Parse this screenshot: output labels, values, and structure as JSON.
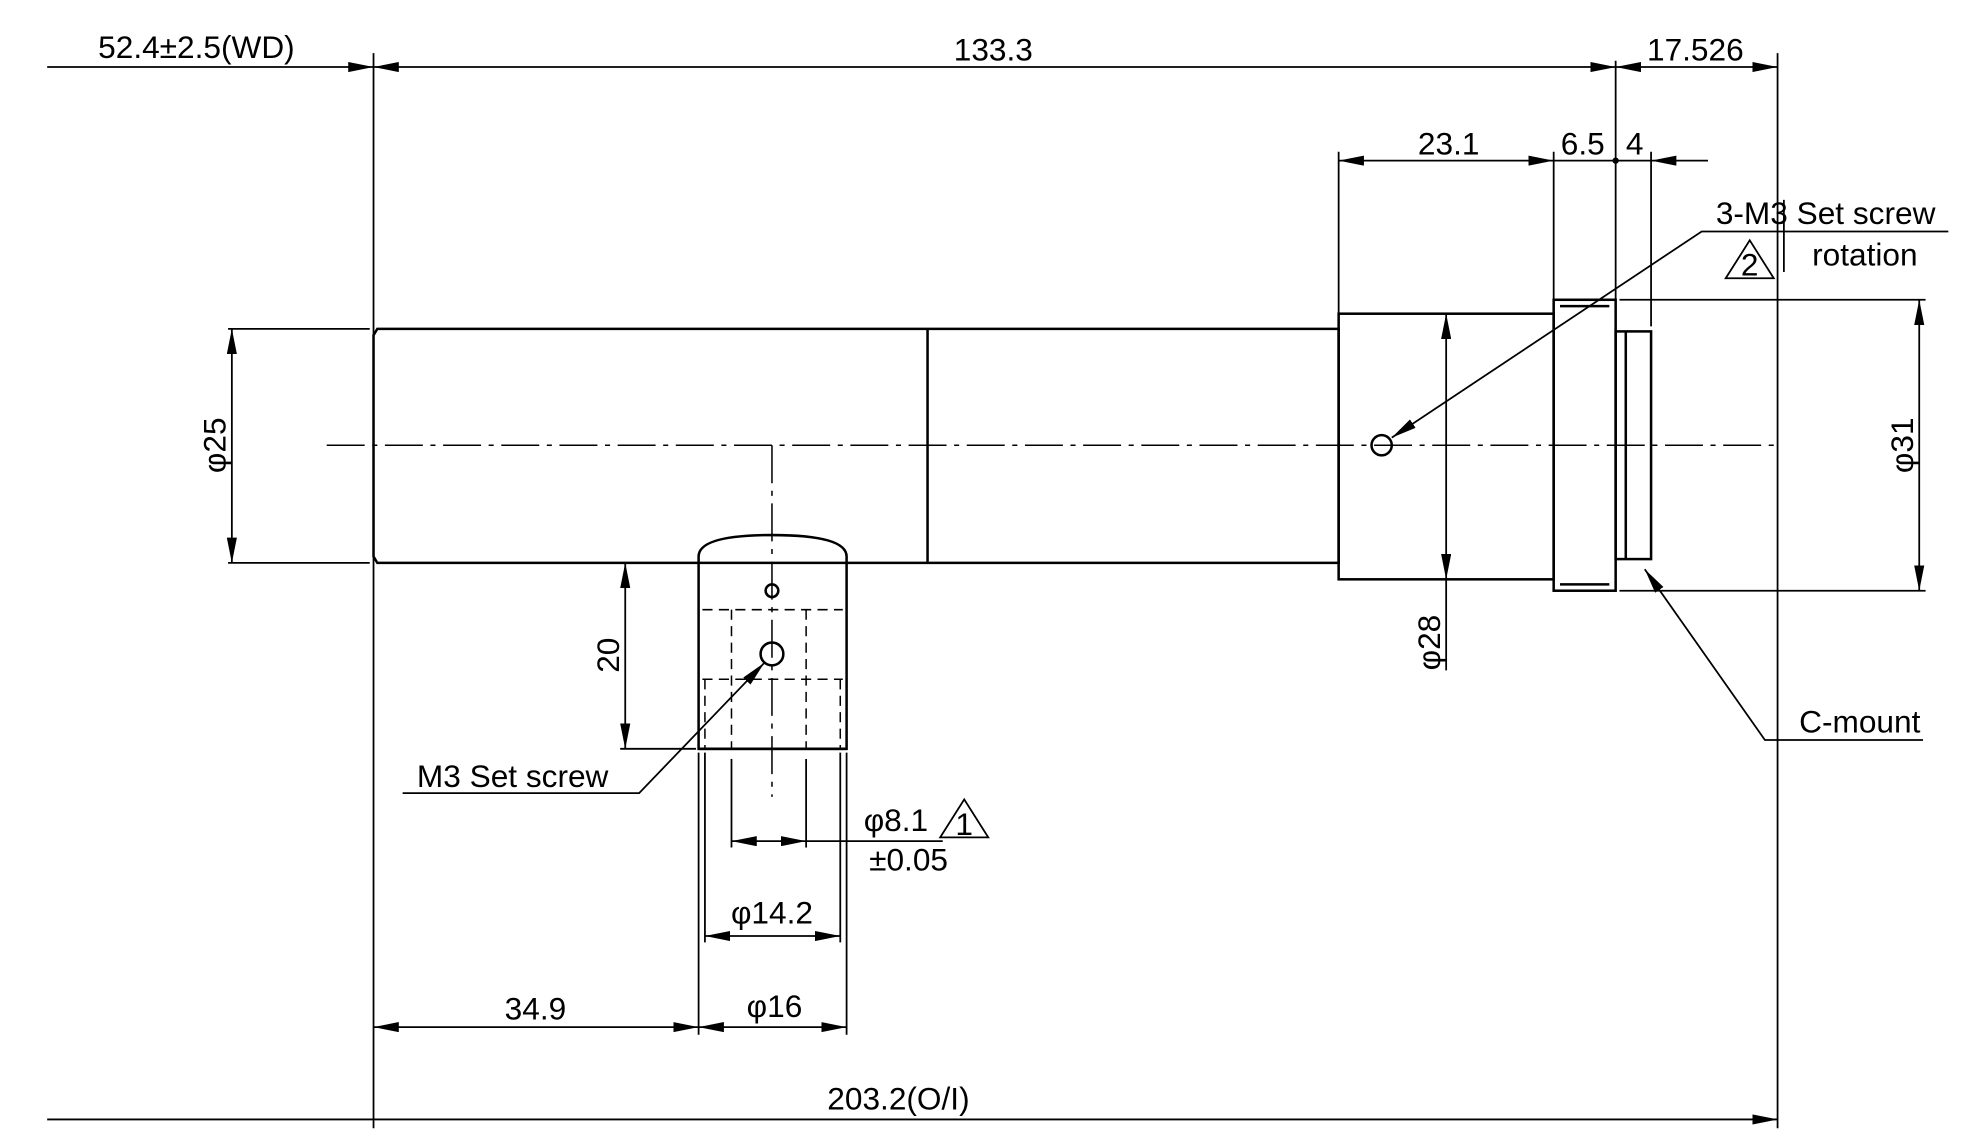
{
  "dimensions": {
    "working_distance": "52.4±2.5(WD)",
    "barrel_length": "133.3",
    "flange_back": "17.526",
    "section_231": "23.1",
    "section_65": "6.5",
    "section_4": "4",
    "dia_25": "φ25",
    "dia_31": "φ31",
    "dia_28": "φ28",
    "height_20": "20",
    "dia_81": "φ8.1",
    "tol_81": "±0.05",
    "dia_142": "φ14.2",
    "dia_16": "φ16",
    "offset_349": "34.9",
    "overall": "203.2(O/I)"
  },
  "notes": {
    "set_screw_3": "3-M3 Set screw",
    "rotation": "rotation",
    "rev_2": "2",
    "rev_1": "1",
    "set_screw_m3": "M3 Set screw",
    "cmount": "C-mount"
  }
}
